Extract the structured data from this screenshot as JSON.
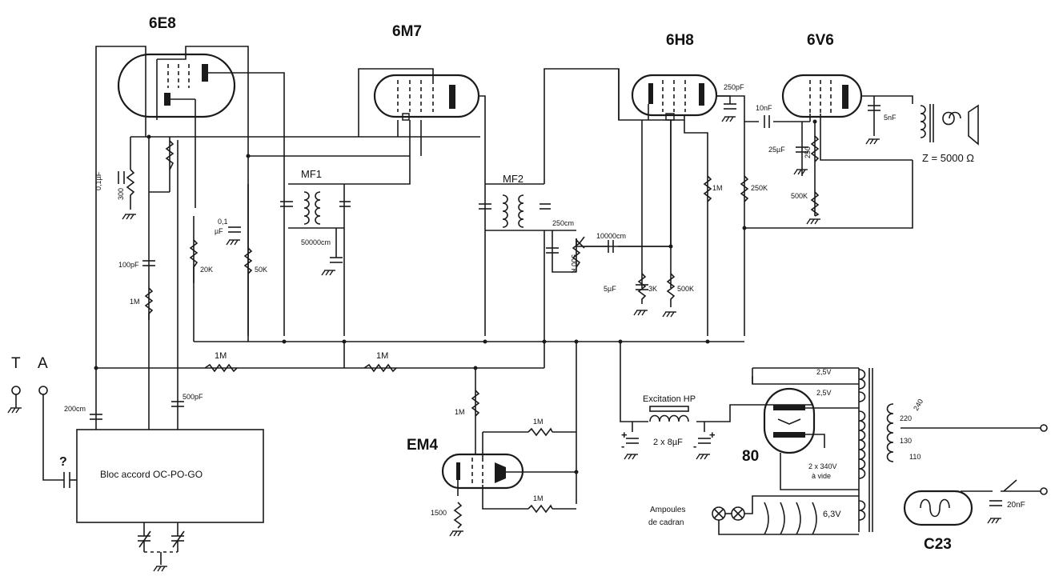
{
  "tubes": {
    "t1": "6E8",
    "t2": "6M7",
    "t3": "6H8",
    "t4": "6V6",
    "t5": "EM4",
    "t6": "80",
    "t7": "C23"
  },
  "terminals": {
    "t": "T",
    "a": "A"
  },
  "blocks": {
    "tuner": "Bloc accord OC-PO-GO",
    "unknown_cap": "?",
    "mf1": "MF1",
    "mf2": "MF2",
    "excitation": "Excitation HP",
    "lamps_line1": "Ampoules",
    "lamps_line2": "de cadran",
    "impedance": "Z = 5000 Ω"
  },
  "components": {
    "c_01uf": "0,1µF",
    "r_300": "300",
    "c_01uf_b": "0,1",
    "c_01uf_b2": "µF",
    "r_20k": "20K",
    "r_50k": "50K",
    "c_100pf": "100pF",
    "r_1m_a": "1M",
    "c_50000": "50000cm",
    "c_200cm": "200cm",
    "c_500pf": "500pF",
    "r_1m_b": "1M",
    "r_1m_c": "1M",
    "c_250cm": "250cm",
    "r_500k_pot": "500 K",
    "c_10000": "10000cm",
    "c_5uf": "5µF",
    "r_3k": "3K",
    "r_500k_a": "500K",
    "r_1m_d": "1M",
    "c_250pf": "250pF",
    "c_10nf": "10nF",
    "c_25uf": "25µF",
    "r_250": "250",
    "r_250k": "250K",
    "r_500k_b": "500K",
    "c_5nf": "5nF",
    "r_1m_em4": "1M",
    "r_1m_em4b": "1M",
    "r_1m_em4c": "1M",
    "r_1500": "1500",
    "c_2x8uf": "2 x 8µF",
    "v_25a": "2,5V",
    "v_25b": "2,5V",
    "v_340_1": "2 x 340V",
    "v_340_2": "à vide",
    "v_63": "6,3V",
    "tap_240": "240",
    "tap_220": "220",
    "tap_130": "130",
    "tap_110": "110",
    "c_20nf": "20nF",
    "plus_a": "+",
    "plus_b": "+",
    "minus_a": "-",
    "minus_b": "-"
  }
}
